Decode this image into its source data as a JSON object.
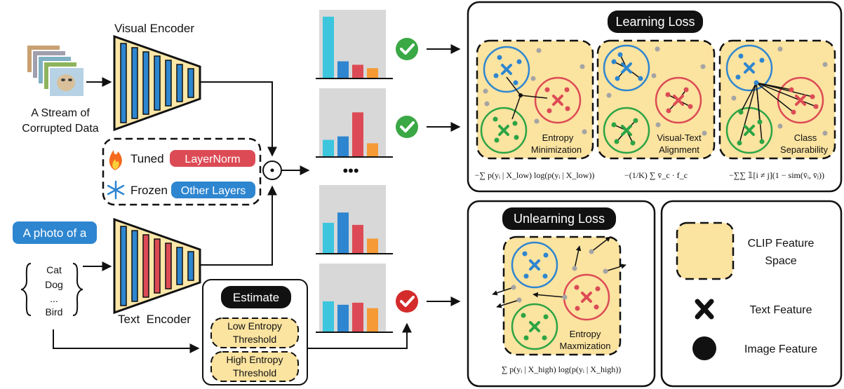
{
  "left": {
    "visual_encoder_label": "Visual Encoder",
    "stream_line1": "A Stream of",
    "stream_line2": "Corrupted Data",
    "tuned_label": "Tuned",
    "tuned_chip": "LayerNorm",
    "frozen_label": "Frozen",
    "frozen_chip": "Other Layers",
    "prompt_chip": "A photo of a",
    "classes": [
      "Cat",
      "Dog",
      "...",
      "Bird"
    ],
    "text_encoder_label": "Text  Encoder",
    "estimate_title": "Estimate",
    "low_threshold_l1": "Low Entropy",
    "low_threshold_l2": "Threshold",
    "high_threshold_l1": "High Entropy",
    "high_threshold_l2": "Threshold",
    "ellipsis": "•••",
    "dot_product_symbol": "⊙"
  },
  "histograms": [
    {
      "values": [
        0.9,
        0.25,
        0.2,
        0.15
      ],
      "status": "check"
    },
    {
      "values": [
        0.25,
        0.3,
        0.65,
        0.2
      ],
      "status": "check"
    },
    {
      "values": [
        0.45,
        0.6,
        0.42,
        0.22
      ],
      "status": "none"
    },
    {
      "values": [
        0.45,
        0.4,
        0.43,
        0.35
      ],
      "status": "check-red"
    }
  ],
  "learning": {
    "title": "Learning Loss",
    "panel1_l1": "Entropy",
    "panel1_l2": "Minimization",
    "panel2_l1": "Visual-Text",
    "panel2_l2": "Alignment",
    "panel3_l1": "Class",
    "panel3_l2": "Separability",
    "formula1": "−∑ p(yᵢ | X_low) log(p(yᵢ | X_low))",
    "formula2": "−(1/K) ∑ v̄_c · f_c",
    "formula3": "−∑∑ 𝟙[i ≠ j](1 − sim(v̄ᵢ, v̄ⱼ))"
  },
  "unlearning": {
    "title": "Unlearning Loss",
    "panel_l1": "Entropy",
    "panel_l2": "Maxmization",
    "formula": "∑ p(yᵢ | X_high) log(p(yᵢ | X_high))"
  },
  "legend": {
    "clip_l1": "CLIP Feature",
    "clip_l2": "Space",
    "text_feature": "Text Feature",
    "image_feature": "Image Feature"
  },
  "colors": {
    "encoder_fill": "#fbe7a8",
    "visual_layer": "#2e86d0",
    "text_layer_red": "#dc4b55",
    "feature_space": "#fbe3a0",
    "blue": "#2e86d0",
    "red": "#dc4b55",
    "green": "#2ca444",
    "cyan": "#3cc6de",
    "orange": "#f59a35",
    "check_green": "#3aa844",
    "check_red": "#d42b2b"
  }
}
